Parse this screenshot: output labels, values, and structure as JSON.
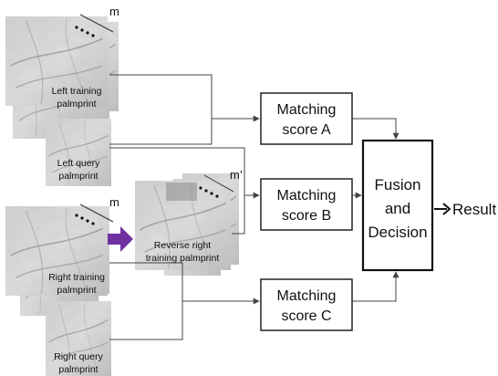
{
  "diagram": {
    "stack_count_label_left": "m",
    "stack_count_label_right": "m",
    "stack_count_label_reversed": "m’",
    "left_training": [
      "Left training",
      "palmprint"
    ],
    "left_query": [
      "Left query",
      "palmprint"
    ],
    "right_training": [
      "Right training",
      "palmprint"
    ],
    "right_query": [
      "Right query",
      "palmprint"
    ],
    "reverse_right": [
      "Reverse right",
      "training palmprint"
    ],
    "score_a": [
      "Matching",
      "score A"
    ],
    "score_b": [
      "Matching",
      "score B"
    ],
    "score_c": [
      "Matching",
      "score C"
    ],
    "fusion": [
      "Fusion",
      "and",
      "Decision"
    ],
    "result": "Result"
  },
  "colors": {
    "reverse_arrow": "#7030a0",
    "palm_light": "#d6d6d6",
    "palm_dark": "#9a9a9a"
  }
}
